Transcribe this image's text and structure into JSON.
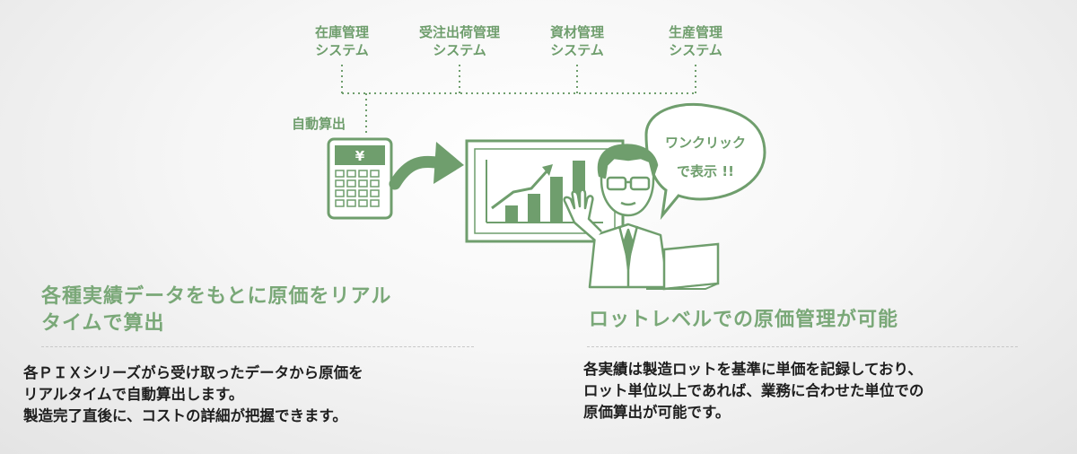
{
  "systems": [
    {
      "line1": "在庫管理",
      "line2": "システム"
    },
    {
      "line1": "受注出荷管理",
      "line2": "システム"
    },
    {
      "line1": "資材管理",
      "line2": "システム"
    },
    {
      "line1": "生産管理",
      "line2": "システム"
    }
  ],
  "diagram": {
    "auto_calc_label": "自動算出",
    "yen_symbol": "¥",
    "bubble_line1": "ワンクリック",
    "bubble_line2": "で表示 !!"
  },
  "left": {
    "heading_line1": "各種実績データをもとに原価をリアル",
    "heading_line2": "タイムで算出",
    "body_line1": "各ＰＩＸシリーズがら受け取ったデータから原価を",
    "body_line2": "リアルタイムで自動算出します。",
    "body_line3": "製造完了直後に、コストの詳細が把握できます。"
  },
  "right": {
    "heading": "ロットレベルでの原価管理が可能",
    "body_line1": "各実績は製造ロットを基準に単価を記録しており、",
    "body_line2": "ロット単位以上であれば、業務に合わせた単位での",
    "body_line3": "原価算出が可能です。"
  },
  "colors": {
    "accent_green": "#6f9e6d",
    "heading_green": "#7aa878",
    "text_dark": "#1f1f1f"
  }
}
